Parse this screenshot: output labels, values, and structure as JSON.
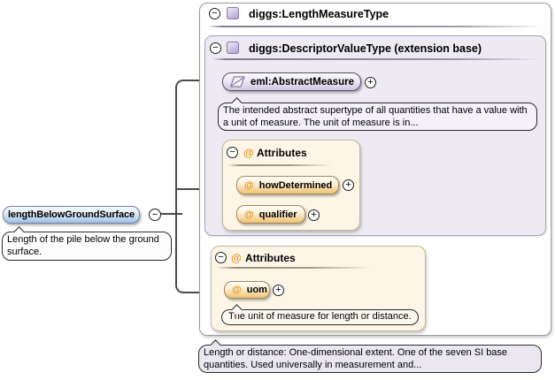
{
  "icons": {
    "collapse_glyph": "−",
    "expand_glyph": "+",
    "attribute_glyph": "@"
  },
  "colors": {
    "element_fill": "#9dc1e9",
    "type_pill_fill": "#cfc7e1",
    "attribute_pill_fill": "#f1c170",
    "attribute_group_fill": "#fdf6e7",
    "base_type_box_fill": "#edeaf3",
    "connector": "#4a4a4a",
    "attribute_glyph_color": "#e8941f"
  },
  "root_element": {
    "label": "lengthBelowGroundSurface",
    "annotation": "Length of the pile below the ground surface."
  },
  "outer_type": {
    "title": "diggs:LengthMeasureType",
    "annotation": "Length or distance: One-dimensional extent. One of the seven SI base quantities. Used universally in measurement and..."
  },
  "base_type": {
    "title": "diggs:DescriptorValueType (extension base)"
  },
  "abstract_measure": {
    "label": "eml:AbstractMeasure",
    "annotation": "The intended abstract supertype of all quantities that have a value with a unit of measure. The unit of measure is in..."
  },
  "inherited_attributes": {
    "title": "Attributes",
    "attributes": [
      {
        "label": "howDetermined"
      },
      {
        "label": "qualifier"
      }
    ]
  },
  "own_attributes": {
    "title": "Attributes",
    "attributes": [
      {
        "label": "uom",
        "annotation": "The unit of measure for length or distance."
      }
    ]
  }
}
